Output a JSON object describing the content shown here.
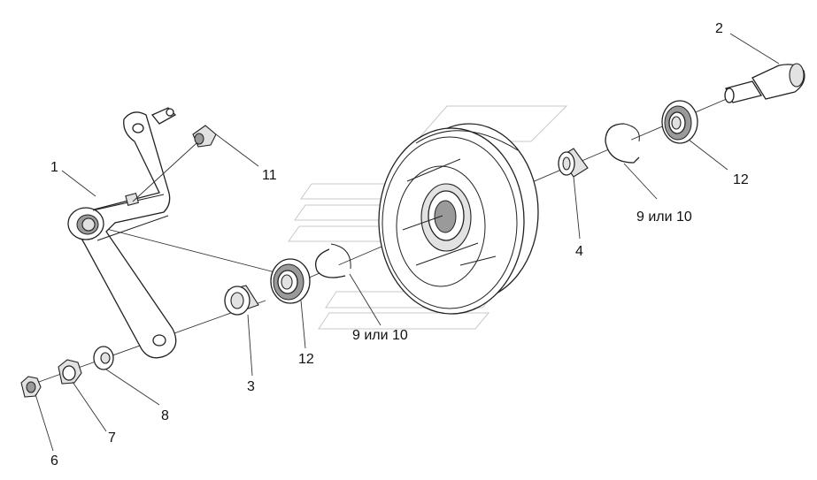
{
  "callouts": {
    "c1": "1",
    "c2": "2",
    "c3": "3",
    "c4": "4",
    "c6": "6",
    "c7": "7",
    "c8": "8",
    "c9_10_right": "9 или 10",
    "c9_10_center": "9 или 10",
    "c11": "11",
    "c12_right": "12",
    "c12_left": "12"
  },
  "parts": [
    {
      "id": "1",
      "name": "lever-arm"
    },
    {
      "id": "2",
      "name": "axle-bolt"
    },
    {
      "id": "3",
      "name": "spacer-bushing"
    },
    {
      "id": "4",
      "name": "spacer-sleeve"
    },
    {
      "id": "6",
      "name": "nut"
    },
    {
      "id": "7",
      "name": "nut"
    },
    {
      "id": "8",
      "name": "washer"
    },
    {
      "id": "9 или 10",
      "name": "retaining-ring"
    },
    {
      "id": "11",
      "name": "grease-nipple"
    },
    {
      "id": "12",
      "name": "ball-bearing"
    }
  ]
}
